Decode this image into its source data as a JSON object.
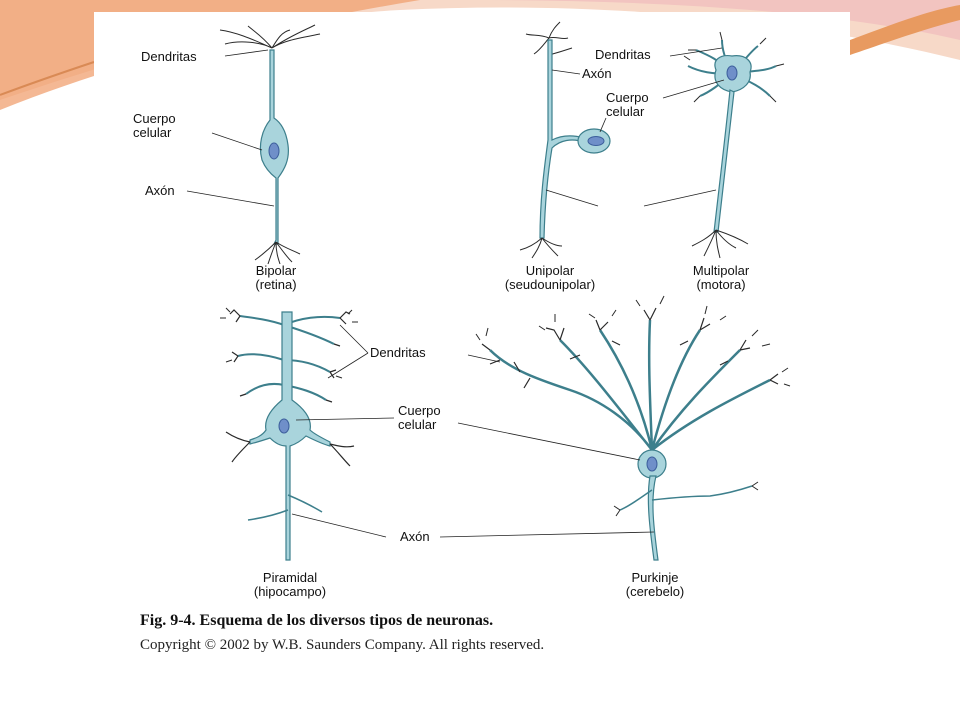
{
  "colors": {
    "neuron_fill": "#a9d4dc",
    "neuron_stroke": "#3d7f8c",
    "nucleus": "#6f8fc9",
    "line": "#222222",
    "accent_orange": "#f0a070",
    "accent_pink": "#f2c4c0"
  },
  "neurons": [
    {
      "name_label": "Bipolar",
      "sub_label": "(retina)"
    },
    {
      "name_label": "Unipolar",
      "sub_label": "(seudounipolar)"
    },
    {
      "name_label": "Multipolar",
      "sub_label": "(motora)"
    },
    {
      "name_label": "Piramidal",
      "sub_label": "(hipocampo)"
    },
    {
      "name_label": "Purkinje",
      "sub_label": "(cerebelo)"
    }
  ],
  "labels": {
    "dendritas": "Dendritas",
    "cuerpo": "Cuerpo",
    "celular": "celular",
    "axon": "Axón"
  },
  "caption": {
    "fig_number": "Fig. 9-4.",
    "fig_text": "Esquema de los diversos tipos de neuronas.",
    "copyright": "Copyright © 2002 by W.B. Saunders Company. All rights reserved."
  }
}
